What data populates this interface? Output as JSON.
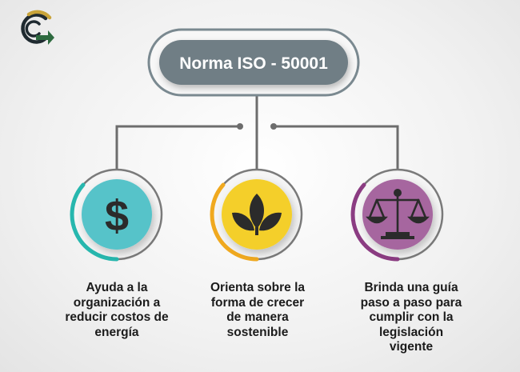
{
  "title": "Norma ISO - 50001",
  "colors": {
    "pill": "#6f7e85",
    "pill_border": "#7a8990",
    "connector": "#6d6d6d",
    "logo_green": "#2d6a3f",
    "logo_gold": "#c9a43a",
    "logo_dark": "#1f2a30",
    "icon_dark": "#2b2b2b"
  },
  "items": [
    {
      "icon": "dollar-icon",
      "circle_color": "#57c3c9",
      "ring_color": "#27b7ae",
      "lines": [
        "Ayuda a la",
        "organización a",
        "reducir costos de",
        "energía"
      ]
    },
    {
      "icon": "leaves-icon",
      "circle_color": "#f4cf2c",
      "ring_color": "#f0a91f",
      "lines": [
        "Orienta sobre la",
        "forma de crecer",
        "de manera",
        "sostenible"
      ]
    },
    {
      "icon": "scales-icon",
      "circle_color": "#a6669f",
      "ring_color": "#8b3c82",
      "lines": [
        "Brinda una guía",
        "paso a paso para",
        "cumplir con la",
        "legislación",
        "vigente"
      ]
    }
  ]
}
